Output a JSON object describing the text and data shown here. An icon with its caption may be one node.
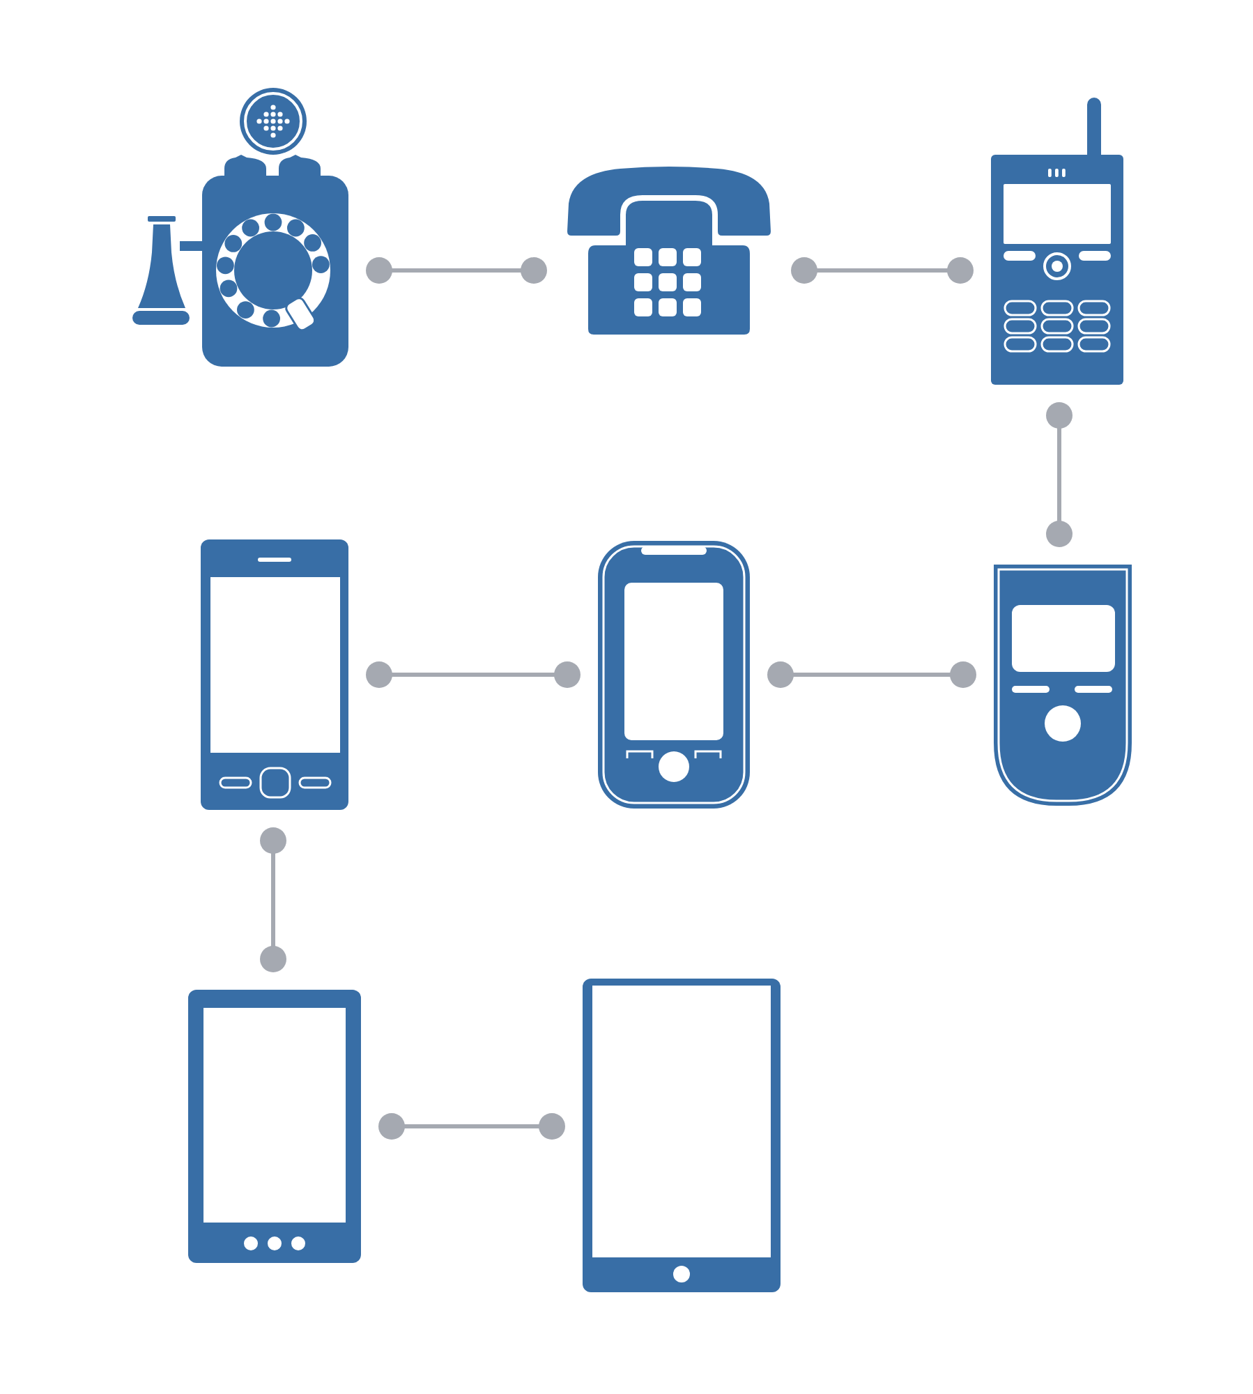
{
  "diagram": {
    "nodes": [
      {
        "text": [],
        "shape": "picture"
      },
      {
        "text": [],
        "shape": "picture"
      },
      {
        "text": [],
        "shape": "picture"
      },
      {
        "text": [],
        "shape": "picture"
      },
      {
        "text": [],
        "shape": "picture"
      },
      {
        "text": [],
        "shape": "picture"
      },
      {
        "text": [],
        "shape": "picture"
      },
      {
        "text": [],
        "shape": "picture"
      }
    ],
    "edges": [
      {
        "from": 0,
        "to": 1,
        "arrow": "other"
      },
      {
        "from": 1,
        "to": 2,
        "arrow": "other"
      },
      {
        "from": 2,
        "to": 3,
        "arrow": "other"
      },
      {
        "from": 3,
        "to": 4,
        "arrow": "other"
      },
      {
        "from": 4,
        "to": 5,
        "arrow": "other"
      },
      {
        "from": 5,
        "to": 6,
        "arrow": "other"
      },
      {
        "from": 6,
        "to": 7,
        "arrow": "other"
      }
    ]
  }
}
